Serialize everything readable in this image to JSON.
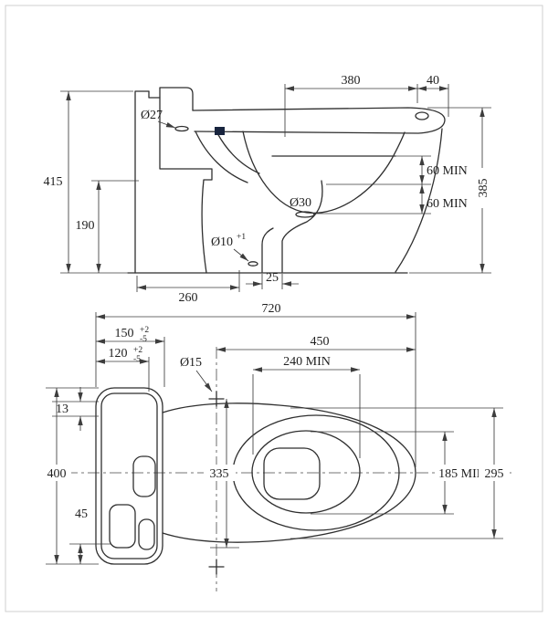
{
  "colors": {
    "marker": "#18243e"
  },
  "drawing": {
    "side_view": {
      "d380": "380",
      "d40": "40",
      "d27": "Ø27",
      "d415": "415",
      "d385": "385",
      "d60min_upper": "60 MIN",
      "d60min_lower": "60 MIN",
      "d190": "190",
      "d30": "Ø30",
      "d10": "Ø10",
      "d10_tol": "+1",
      "d25": "25",
      "d260": "260"
    },
    "plan_view": {
      "d720": "720",
      "d150": "150",
      "d150_tol_plus": "+2",
      "d150_tol_minus": "-5",
      "d120": "120",
      "d120_tol_plus": "+2",
      "d120_tol_minus": "-5",
      "d450": "450",
      "d240min": "240 MIN",
      "d15": "Ø15",
      "d13": "13",
      "d400": "400",
      "d335": "335",
      "d185min": "185 MIN",
      "d295": "295",
      "d45": "45"
    }
  }
}
